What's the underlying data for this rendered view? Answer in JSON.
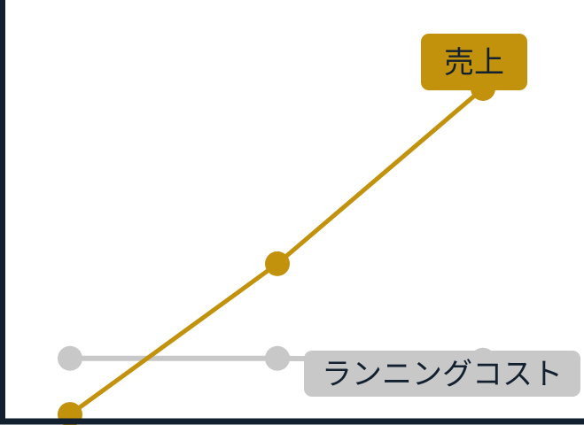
{
  "chart_data": {
    "type": "line",
    "categories": [
      "",
      "",
      ""
    ],
    "series": [
      {
        "name": "売上",
        "values": [
          2,
          45,
          95
        ],
        "color": "#C2920D"
      },
      {
        "name": "ランニングコスト",
        "values": [
          18,
          18,
          17.5
        ],
        "color": "#C8C8C8"
      }
    ],
    "ylim": [
      0,
      120
    ],
    "grid": false,
    "legend": "direct-labels",
    "axis_color": "#12202F",
    "label_text_color": "#12202F"
  }
}
